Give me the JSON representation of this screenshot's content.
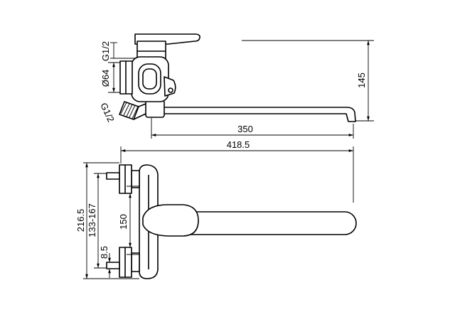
{
  "labels": {
    "thread_top": "G1/2",
    "diameter": "Ø64",
    "thread_bottom": "G1/2",
    "height_spout": "145",
    "spout_reach": "350",
    "total_length": "418.5",
    "total_height": "216.5",
    "connection_range": "133-167",
    "handle_center": "150",
    "offset": "8.5"
  }
}
